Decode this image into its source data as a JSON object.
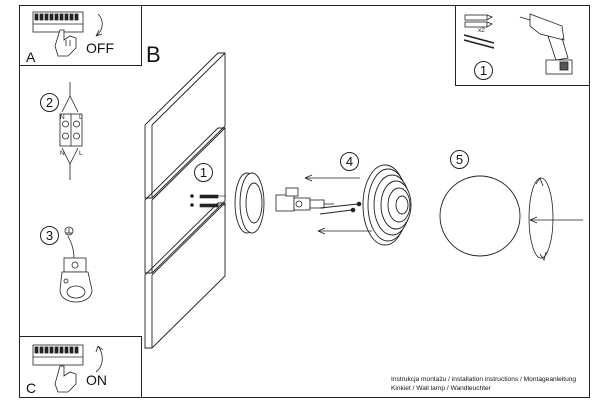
{
  "panels": {
    "a": {
      "letter": "A",
      "action": "OFF"
    },
    "c": {
      "letter": "C",
      "action": "ON"
    },
    "b": {
      "letter": "B"
    }
  },
  "steps": {
    "tools": "1",
    "wiring": "2",
    "ground": "3",
    "mount": "1",
    "cover": "4",
    "shade": "5"
  },
  "terminal_labels": {
    "n_top": "N",
    "l_top": "L",
    "n_bottom": "N",
    "l_bottom": "L"
  },
  "tools_note": "x2",
  "footer": {
    "line1": "Instrukcja montażu / installation instructions / Montageanleitung",
    "line2": "Kinkiet / Wall lamp / Wandleuchter"
  }
}
